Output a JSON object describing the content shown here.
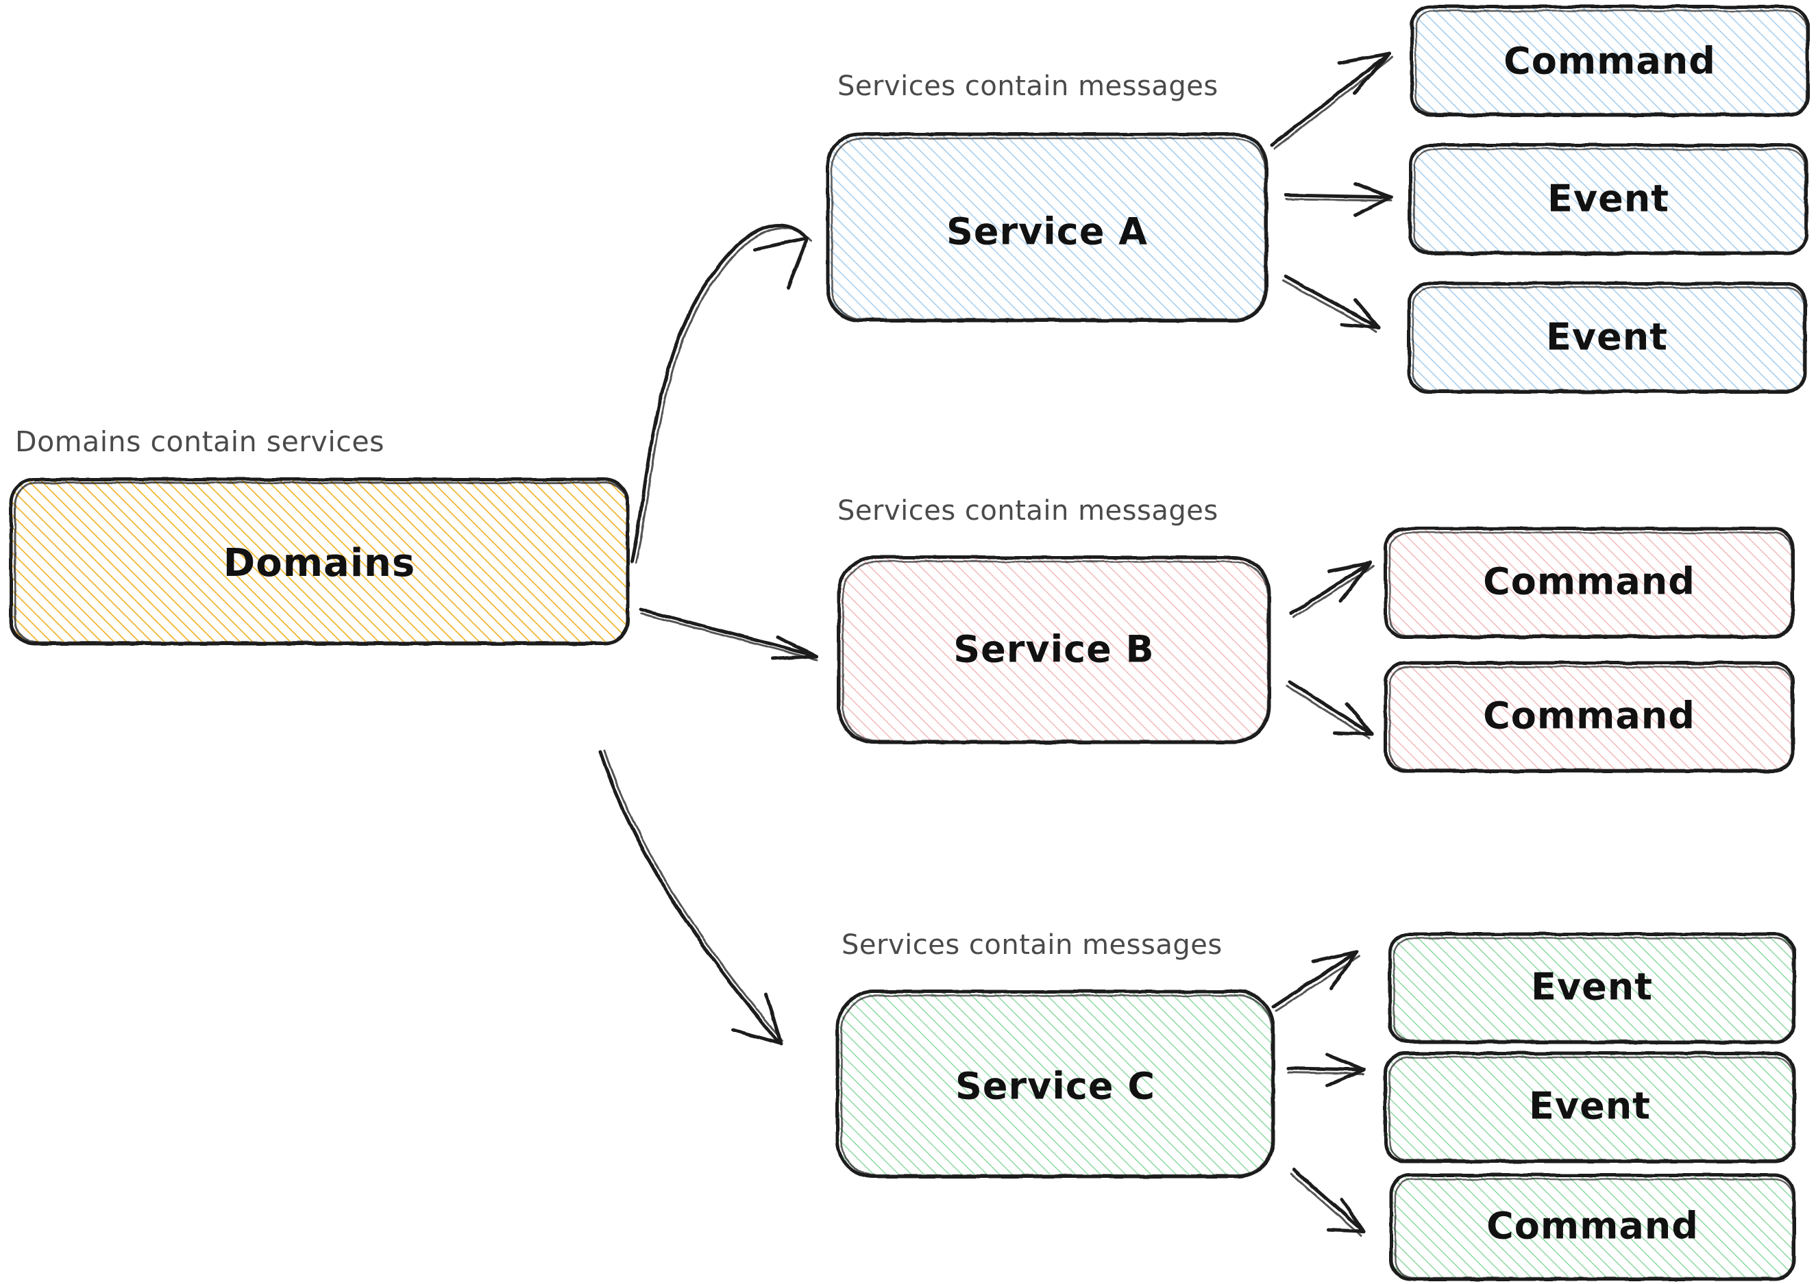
{
  "diagram": {
    "title": "Domains contain services / Services contain messages",
    "background": "#ffffff",
    "stroke_color": "#1b1b1b",
    "label_color": "#4a4a4a",
    "node_text_color": "#111111"
  },
  "palette": {
    "domain_fill": "#f0b429",
    "service_a_fill": "#a8cfee",
    "service_b_fill": "#f3b9bc",
    "service_c_fill": "#8ed9a3"
  },
  "edge_labels": {
    "domains": "Domains contain services",
    "service_a": "Services contain messages",
    "service_b": "Services contain messages",
    "service_c": "Services contain messages"
  },
  "nodes": {
    "domain": {
      "label": "Domains",
      "fill_key": "domain_fill"
    },
    "service_a": {
      "label": "Service A",
      "fill_key": "service_a_fill"
    },
    "service_b": {
      "label": "Service B",
      "fill_key": "service_b_fill"
    },
    "service_c": {
      "label": "Service C",
      "fill_key": "service_c_fill"
    }
  },
  "messages": {
    "service_a": [
      {
        "label": "Command",
        "kind": "command"
      },
      {
        "label": "Event",
        "kind": "event"
      },
      {
        "label": "Event",
        "kind": "event"
      }
    ],
    "service_b": [
      {
        "label": "Command",
        "kind": "command"
      },
      {
        "label": "Command",
        "kind": "command"
      }
    ],
    "service_c": [
      {
        "label": "Event",
        "kind": "event"
      },
      {
        "label": "Event",
        "kind": "event"
      },
      {
        "label": "Command",
        "kind": "command"
      }
    ]
  },
  "arrows": {
    "domains_to_service_a": "curved",
    "domains_to_service_b": "straight",
    "domains_to_service_c": "curved",
    "service_to_message": "straight"
  }
}
